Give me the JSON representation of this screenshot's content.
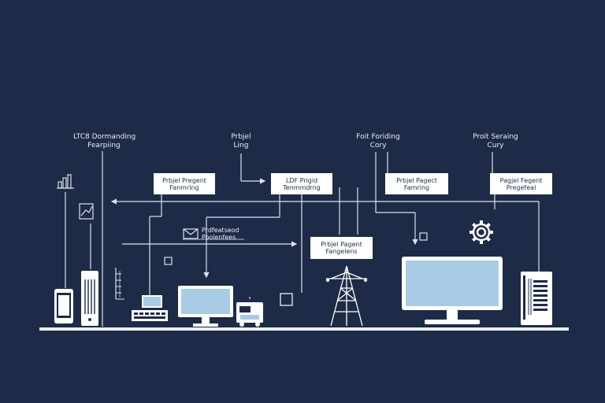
{
  "top_labels": [
    {
      "line1": "LTC8 Dormanding",
      "line2": "Fearpiing"
    },
    {
      "line1": "Prbjel",
      "line2": "Ling"
    },
    {
      "line1": "Foit Foriding",
      "line2": "Cory"
    },
    {
      "line1": "Proit Seraing",
      "line2": "Cury"
    }
  ],
  "boxes": [
    {
      "line1": "Prbjel Pregent",
      "line2": "Fanmring"
    },
    {
      "line1": "LDF Prigid",
      "line2": "Tenmmdrng"
    },
    {
      "line1": "Prbjel Pagect",
      "line2": "Famring"
    },
    {
      "line1": "Pagjel Fegent",
      "line2": "Pregefeal"
    },
    {
      "line1": "Prbjel Pagent",
      "line2": "Fangelens"
    }
  ],
  "mail_label": {
    "line1": "Prdfeatseod",
    "line2": "Poolenfees"
  },
  "colors": {
    "background": "#1d2b47",
    "line": "#d9e2ee",
    "box": "#ffffff",
    "screen": "#a9cbe3"
  },
  "icons": [
    "chart-icon",
    "trend-icon",
    "mail-icon",
    "gear-icon",
    "smartphone-icon",
    "server-rack-icon",
    "keyboard-device-icon",
    "desktop-monitor-icon",
    "printer-icon",
    "transmission-tower-icon",
    "large-monitor-icon",
    "barcode-server-icon"
  ]
}
